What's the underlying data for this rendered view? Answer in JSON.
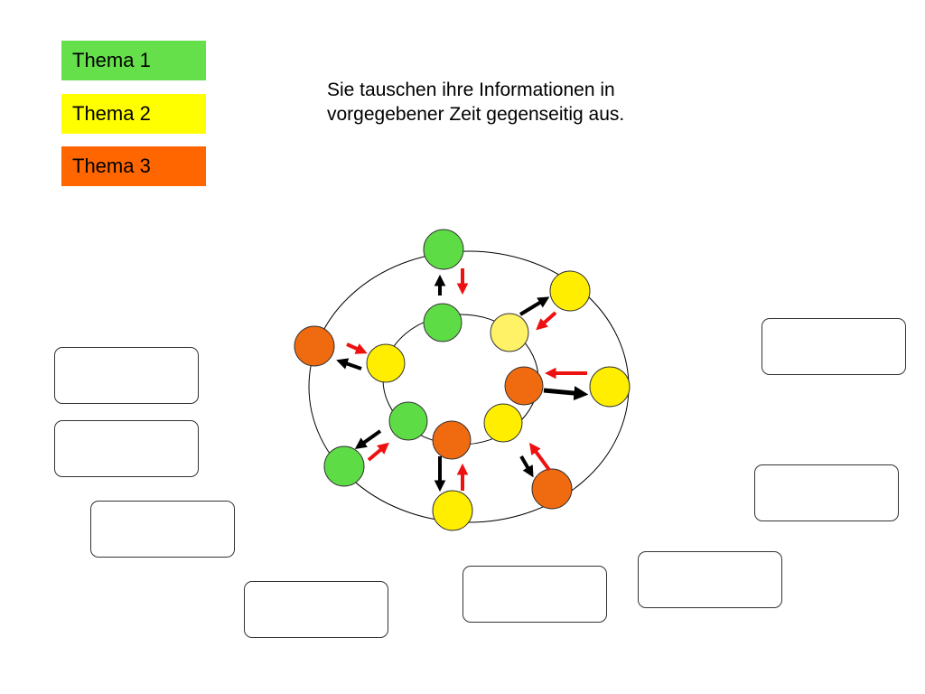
{
  "legend": [
    {
      "label": "Thema 1",
      "color": "#66E04A"
    },
    {
      "label": "Thema 2",
      "color": "#FFFF00"
    },
    {
      "label": "Thema 3",
      "color": "#FF6600"
    }
  ],
  "instruction": {
    "line1": "Sie tauschen ihre Informationen in",
    "line2": "vorgegebener Zeit gegenseitig aus."
  },
  "colors": {
    "green": "#5EDC46",
    "green_light": "#79E25A",
    "yellow": "#FFEE00",
    "yellow_light": "#FFF266",
    "orange": "#F06A10",
    "arrow_red": "#EE1111",
    "arrow_black": "#000000"
  }
}
